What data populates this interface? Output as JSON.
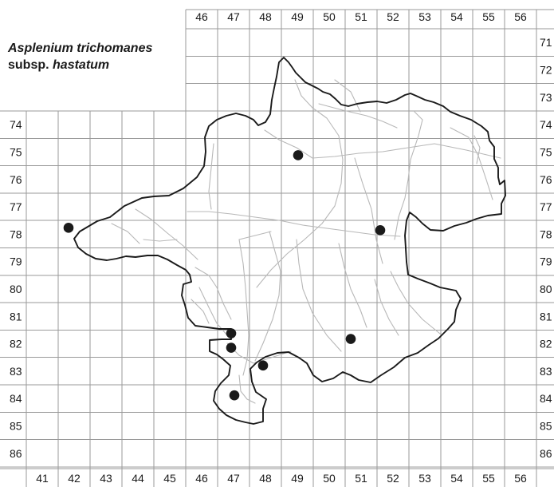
{
  "map": {
    "title": {
      "line1_italic": "Asplenium trichomanes",
      "line2_plain": "subsp. ",
      "line2_italic": "hastatum"
    },
    "columns_top": [
      "46",
      "47",
      "48",
      "49",
      "50",
      "51",
      "52",
      "53",
      "54",
      "55",
      "56"
    ],
    "columns_bottom": [
      "41",
      "42",
      "43",
      "44",
      "45",
      "46",
      "47",
      "48",
      "49",
      "50",
      "51",
      "52",
      "53",
      "54",
      "55",
      "56"
    ],
    "rows_left": [
      "74",
      "75",
      "76",
      "77",
      "78",
      "79",
      "80",
      "81",
      "82",
      "83",
      "84",
      "85",
      "86"
    ],
    "rows_right": [
      "71",
      "72",
      "73",
      "74",
      "75",
      "76",
      "77",
      "78",
      "79",
      "80",
      "81",
      "82",
      "83",
      "84",
      "85",
      "86"
    ],
    "occurrences": [
      {
        "col": 42,
        "row": 78
      },
      {
        "col": 49,
        "row": 75
      },
      {
        "col": 52,
        "row": 78
      },
      {
        "col": 47,
        "row": 82
      },
      {
        "col": 47,
        "row": 82
      },
      {
        "col": 48,
        "row": 83
      },
      {
        "col": 47,
        "row": 84
      },
      {
        "col": 51,
        "row": 82
      }
    ],
    "colors": {
      "grid": "#9a9a9a",
      "border": "#1a1a1a",
      "rivers": "#b8b8b8",
      "dots": "#1a1a1a"
    }
  }
}
